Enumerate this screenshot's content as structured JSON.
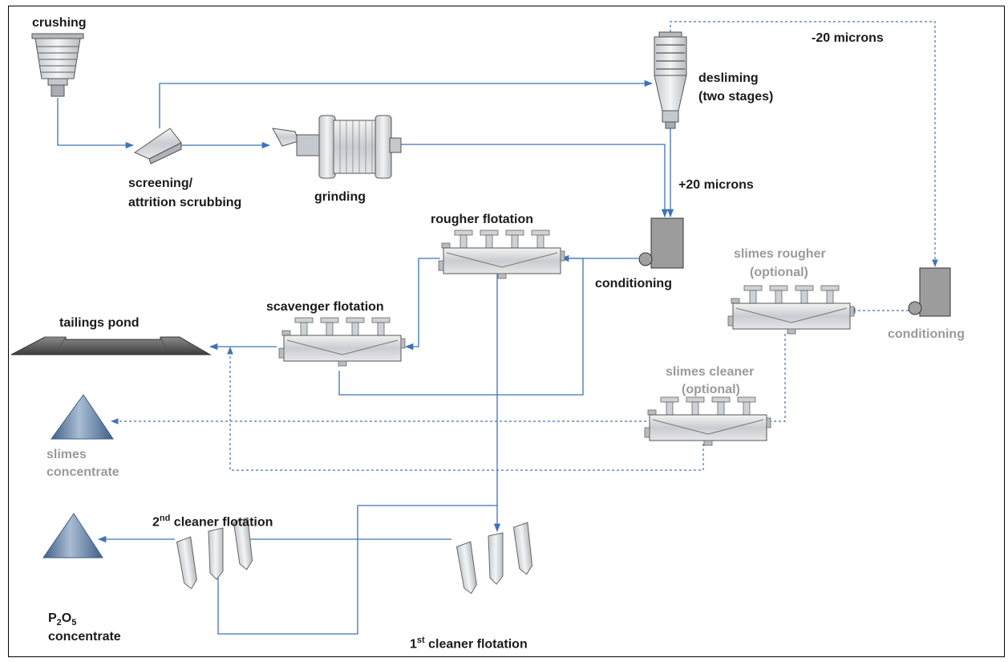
{
  "colors": {
    "flow_line": "#3d74b8",
    "slimes_line": "#3d74b8",
    "label_main": "#1a1a1a",
    "label_optional": "#9a9a9a",
    "equipment_fill": "#d7d9dc",
    "equipment_stroke": "#555555",
    "stockpile": "#6f8cae"
  },
  "labels": {
    "crushing": "crushing",
    "screening_line1": "screening/",
    "screening_line2": "attrition scrubbing",
    "grinding": "grinding",
    "desliming_line1": "desliming",
    "desliming_line2": "(two stages)",
    "minus20": "-20 microns",
    "plus20": "+20 microns",
    "rougher": "rougher flotation",
    "conditioning": "conditioning",
    "scavenger": "scavenger flotation",
    "tailings": "tailings pond",
    "slimes_rougher_line1": "slimes rougher",
    "slimes_rougher_line2": "(optional)",
    "slimes_conditioning": "conditioning",
    "slimes_cleaner_line1": "slimes cleaner",
    "slimes_cleaner_line2": "(optional)",
    "slimes_conc_line1": "slimes",
    "slimes_conc_line2": "concentrate",
    "cleaner2_num": "2",
    "cleaner2_sup": "nd",
    "cleaner2_text": " cleaner flotation",
    "cleaner1_num": "1",
    "cleaner1_sup": "st",
    "cleaner1_text": " cleaner flotation",
    "p2o5_p": "P",
    "p2o5_sub1": "2",
    "p2o5_o": "O",
    "p2o5_sub2": "5",
    "p2o5_line2": "concentrate"
  }
}
